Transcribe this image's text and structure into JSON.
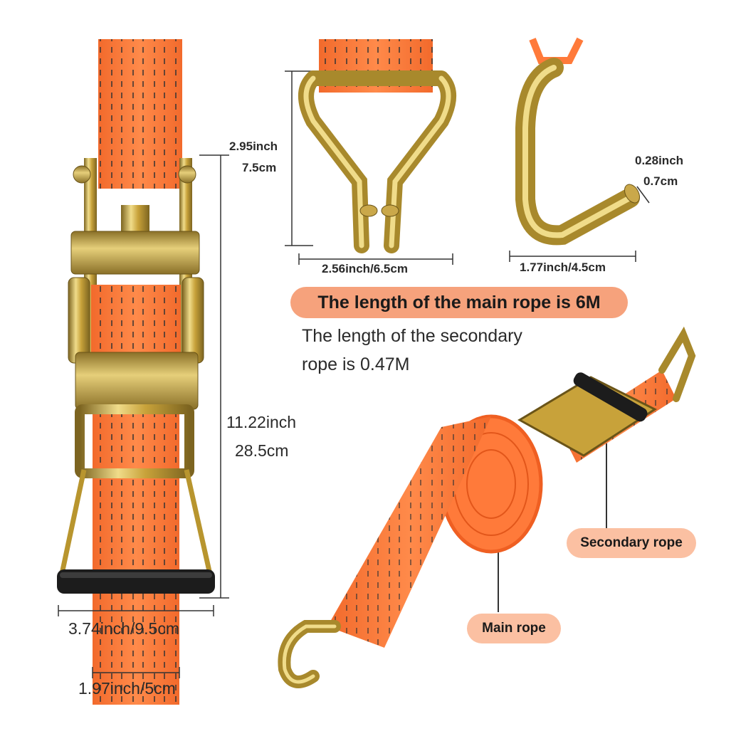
{
  "colors": {
    "strap": "#ff7a3a",
    "strap_dark": "#ef5f22",
    "stitch": "#333333",
    "metal": "#c8a23a",
    "metal_dark": "#7c6420",
    "metal_light": "#f0dc8a",
    "rubber": "#1c1c1c",
    "pill": "#f6a27c",
    "pill_light": "#fbc0a2"
  },
  "dimensions": {
    "vhook_height_inch": "2.95inch",
    "vhook_height_cm": "7.5cm",
    "vhook_width": "2.56inch/6.5cm",
    "jhook_thickness_inch": "0.28inch",
    "jhook_thickness_cm": "0.7cm",
    "jhook_width": "1.77inch/4.5cm",
    "ratchet_length_inch": "11.22inch",
    "ratchet_length_cm": "28.5cm",
    "ratchet_width": "3.74inch/9.5cm",
    "strap_width": "1.97inch/5cm"
  },
  "callouts": {
    "main_rope_length": "The length of the main rope is 6M",
    "secondary_length_line1": "The length of the secondary",
    "secondary_length_line2": "rope is 0.47M",
    "secondary_rope": "Secondary rope",
    "main_rope": "Main rope"
  },
  "icons": [
    "ratchet-buckle-icon",
    "v-hook-icon",
    "j-hook-icon",
    "rolled-strap-icon"
  ]
}
